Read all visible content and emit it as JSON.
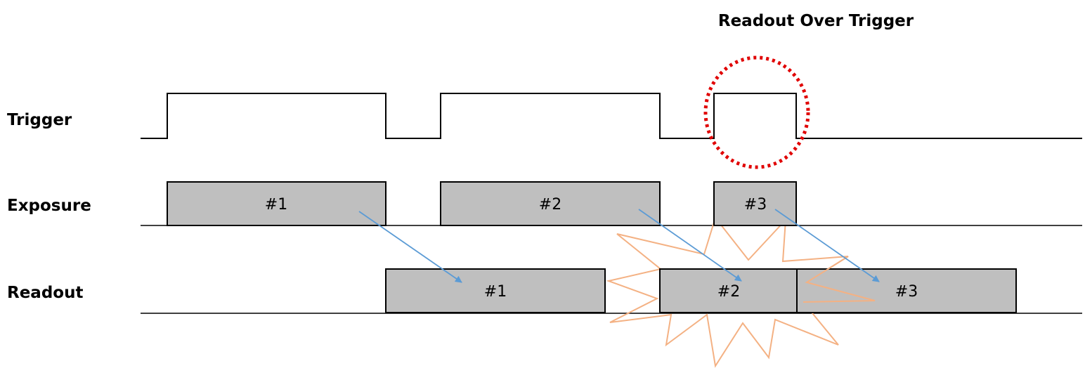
{
  "title": "Readout Over Trigger",
  "rows": {
    "trigger": "Trigger",
    "exposure": "Exposure",
    "readout": "Readout"
  },
  "exposure_boxes": [
    "#1",
    "#2",
    "#3"
  ],
  "readout_boxes": [
    "#1",
    "#2",
    "#3"
  ],
  "colors": {
    "box_fill": "#bfbfbf",
    "arrow": "#5b9bd5",
    "starburst": "#f4b183",
    "highlight_circle": "#e00000"
  }
}
